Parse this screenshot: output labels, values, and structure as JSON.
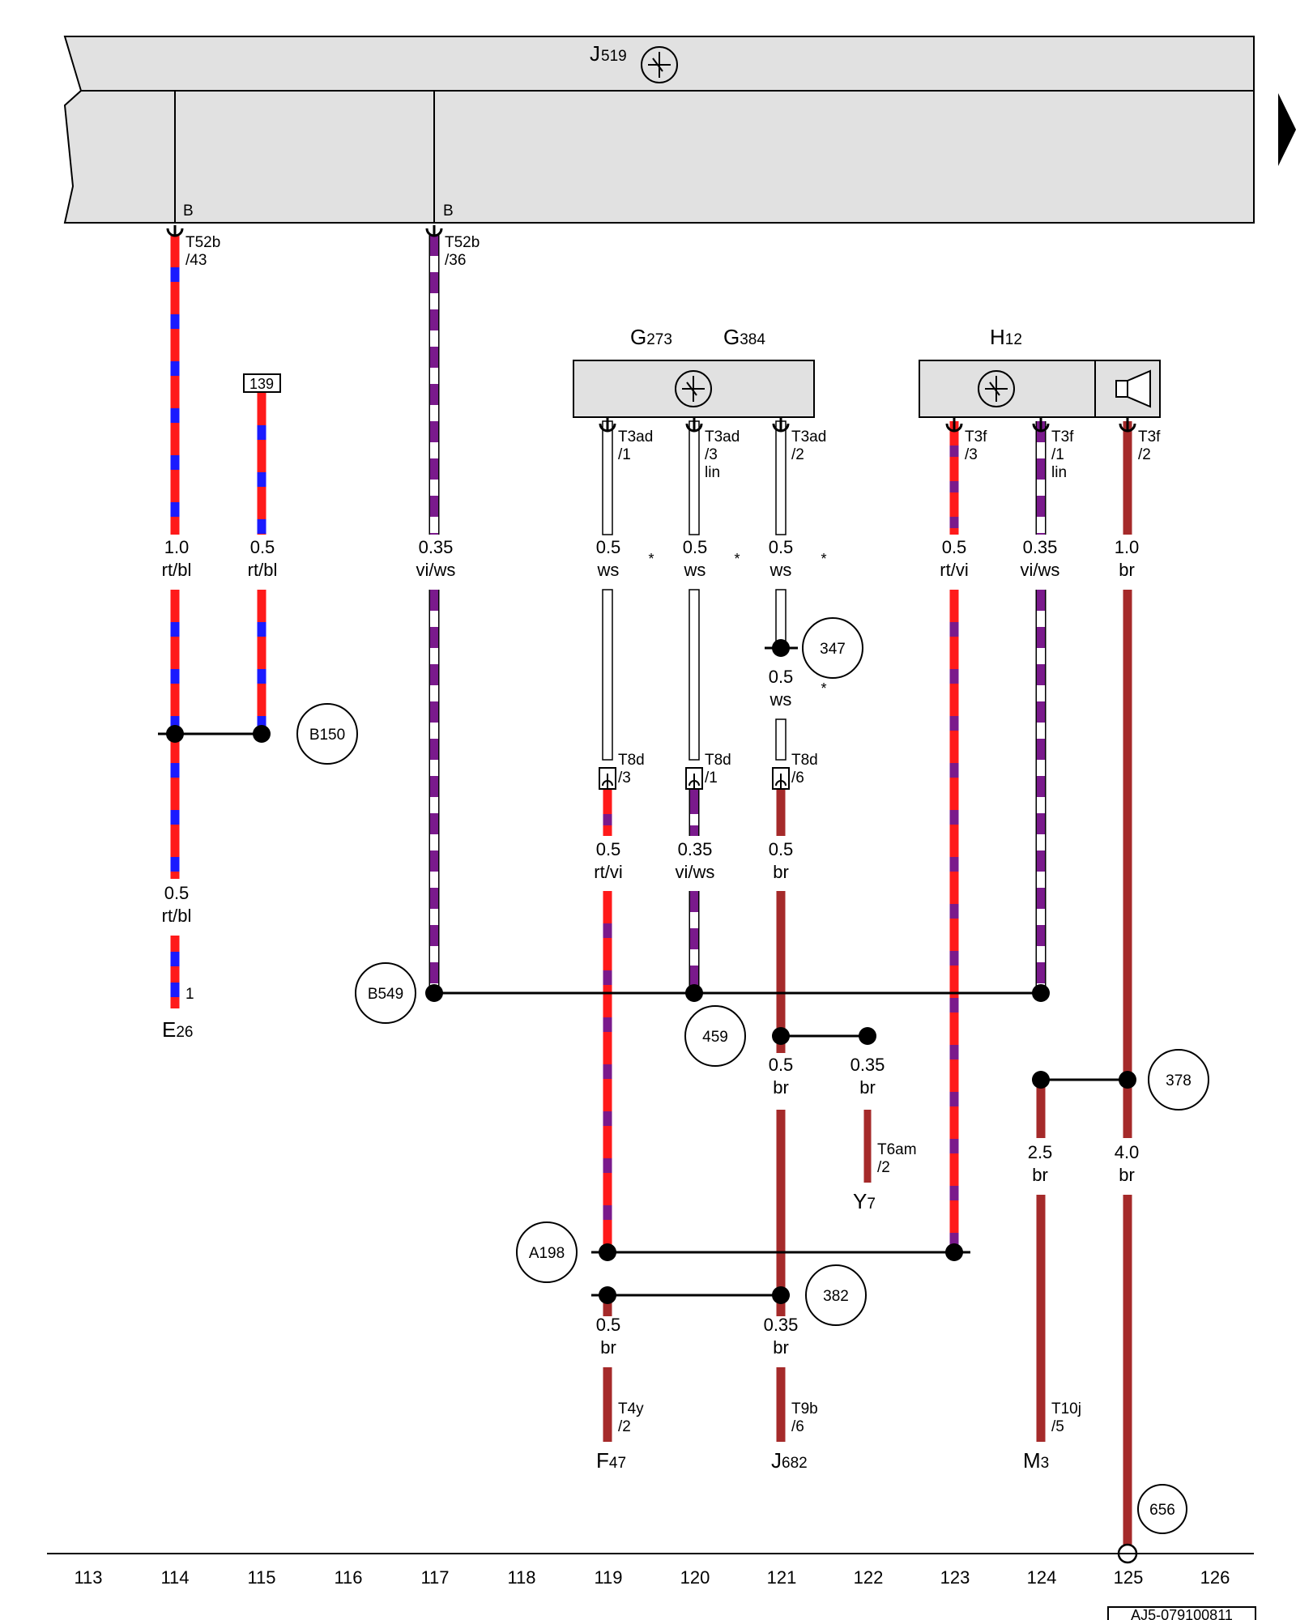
{
  "header": {
    "module_main": "J",
    "module_sub": "519"
  },
  "module_pins": {
    "p114": {
      "side": "B",
      "connector": "T52b",
      "pin": "/43"
    },
    "p117": {
      "side": "B",
      "connector": "T52b",
      "pin": "/36"
    }
  },
  "components": {
    "g273": {
      "main": "G",
      "sub": "273"
    },
    "g384": {
      "main": "G",
      "sub": "384"
    },
    "h12": {
      "main": "H",
      "sub": "12"
    },
    "e26": {
      "main": "E",
      "sub": "26"
    },
    "y7": {
      "main": "Y",
      "sub": "7"
    },
    "f47": {
      "main": "F",
      "sub": "47"
    },
    "j682": {
      "main": "J",
      "sub": "682"
    },
    "m3": {
      "main": "M",
      "sub": "3"
    }
  },
  "connectors": {
    "t3ad_1": {
      "name": "T3ad",
      "pin": "/1"
    },
    "t3ad_3": {
      "name": "T3ad",
      "pin": "/3",
      "note": "lin"
    },
    "t3ad_2": {
      "name": "T3ad",
      "pin": "/2"
    },
    "t3f_3": {
      "name": "T3f",
      "pin": "/3"
    },
    "t3f_1": {
      "name": "T3f",
      "pin": "/1",
      "note": "lin"
    },
    "t3f_2": {
      "name": "T3f",
      "pin": "/2"
    },
    "t8d_3": {
      "name": "T8d",
      "pin": "/3"
    },
    "t8d_1": {
      "name": "T8d",
      "pin": "/1"
    },
    "t8d_6": {
      "name": "T8d",
      "pin": "/6"
    },
    "t6am_2": {
      "name": "T6am",
      "pin": "/2"
    },
    "t4y_2": {
      "name": "T4y",
      "pin": "/2"
    },
    "t9b_6": {
      "name": "T9b",
      "pin": "/6"
    },
    "t10j_5": {
      "name": "T10j",
      "pin": "/5"
    },
    "e26_pin": {
      "pin": "1"
    }
  },
  "ref_box": "139",
  "wires": {
    "w114a": {
      "size": "1.0",
      "color": "rt/bl"
    },
    "w115": {
      "size": "0.5",
      "color": "rt/bl"
    },
    "w114b": {
      "size": "0.5",
      "color": "rt/bl"
    },
    "w117": {
      "size": "0.35",
      "color": "vi/ws"
    },
    "w119a": {
      "size": "0.5",
      "color": "ws"
    },
    "w120a": {
      "size": "0.5",
      "color": "ws"
    },
    "w121a": {
      "size": "0.5",
      "color": "ws"
    },
    "w121b": {
      "size": "0.5",
      "color": "ws"
    },
    "w123": {
      "size": "0.5",
      "color": "rt/vi"
    },
    "w124a": {
      "size": "0.35",
      "color": "vi/ws"
    },
    "w125a": {
      "size": "1.0",
      "color": "br"
    },
    "w119b": {
      "size": "0.5",
      "color": "rt/vi"
    },
    "w120b": {
      "size": "0.35",
      "color": "vi/ws"
    },
    "w121c": {
      "size": "0.5",
      "color": "br"
    },
    "w121d": {
      "size": "0.5",
      "color": "br"
    },
    "w122": {
      "size": "0.35",
      "color": "br"
    },
    "w124b": {
      "size": "2.5",
      "color": "br"
    },
    "w125b": {
      "size": "4.0",
      "color": "br"
    },
    "w119c": {
      "size": "0.5",
      "color": "br"
    },
    "w121e": {
      "size": "0.35",
      "color": "br"
    }
  },
  "asterisk": "*",
  "circles": {
    "c347": "347",
    "b150": "B150",
    "b549": "B549",
    "c459": "459",
    "c378": "378",
    "a198": "A198",
    "c382": "382",
    "c656": "656"
  },
  "columns": [
    "113",
    "114",
    "115",
    "116",
    "117",
    "118",
    "119",
    "120",
    "121",
    "122",
    "123",
    "124",
    "125",
    "126"
  ],
  "footer": {
    "doc_id": "AJ5-079100811"
  },
  "colors": {
    "red": "#ff1a1a",
    "blue": "#1a1aff",
    "violet": "#7a1a8c",
    "brown": "#a52a2a",
    "module_fill": "#e1e1e1"
  }
}
